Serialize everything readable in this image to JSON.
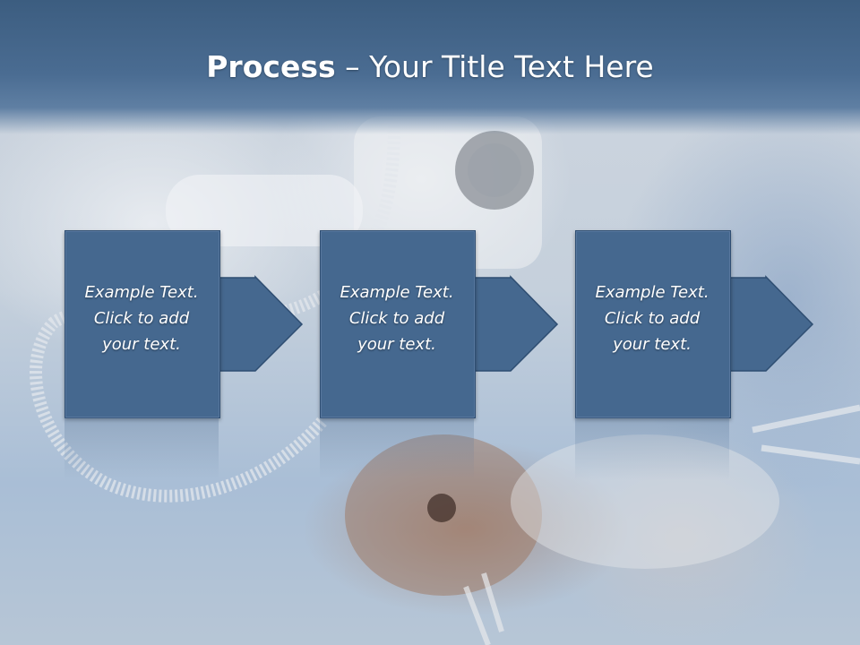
{
  "slide": {
    "title_bold": "Process",
    "title_rest": " – Your Title Text Here"
  },
  "steps": [
    {
      "text": "Example Text.\nClick  to add\nyour text."
    },
    {
      "text": "Example Text.\nClick  to add\nyour text."
    },
    {
      "text": "Example Text.\nClick  to add\nyour text."
    }
  ],
  "colors": {
    "title_bar": "#4a6c92",
    "box_fill": "#45688f",
    "box_border": "#2f4e72",
    "text": "#ffffff"
  }
}
